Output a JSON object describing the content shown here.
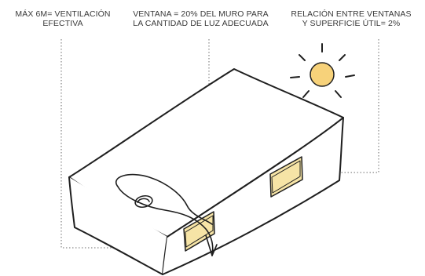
{
  "labels": {
    "ventilation": {
      "line1": "MÁX 6M= VENTILACIÓN",
      "line2": "EFECTIVA"
    },
    "window_light": {
      "line1": "VENTANA = 20% DEL MURO PARA",
      "line2": "LA CANTIDAD DE LUZ ADECUADA"
    },
    "window_ratio": {
      "line1": "RELACIÓN ENTRE VENTANAS",
      "line2": "Y SUPERFICIE ÚTIL= 2%"
    }
  },
  "colors": {
    "ink": "#1f1f1f",
    "leader": "#6b6b6b",
    "sun_fill": "#f7d27a",
    "window_fill": "#f6e4a6",
    "text": "#3a3a3a"
  },
  "icons": {
    "sun": "sun-icon",
    "airflow": "airflow-swirl-icon"
  }
}
